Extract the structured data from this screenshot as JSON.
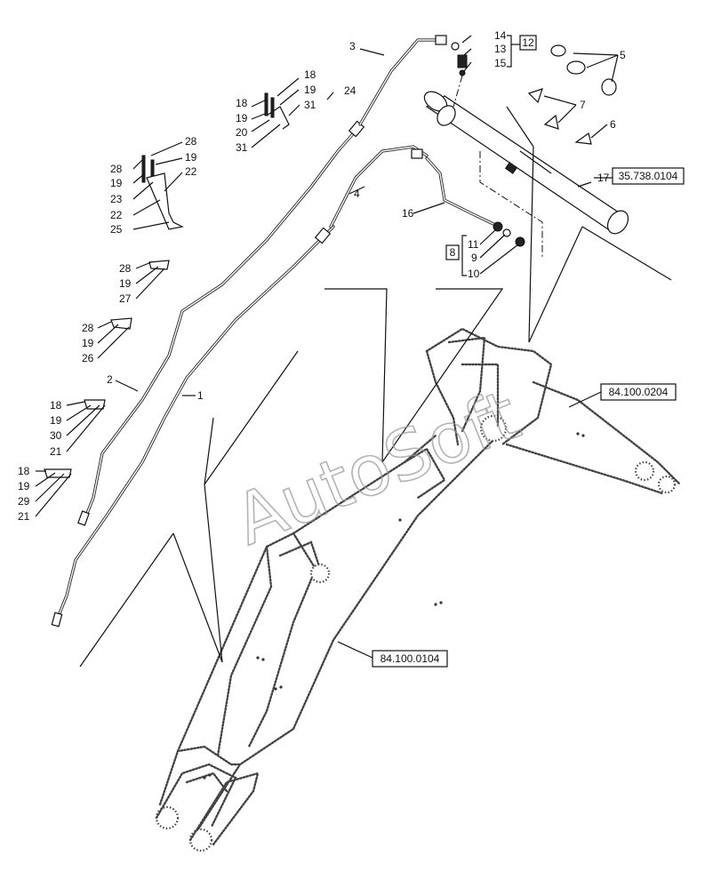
{
  "watermark": "AutoSoft",
  "references": {
    "cylinder": "35.738.0104",
    "arm": "84.100.0204",
    "boom": "84.100.0104"
  },
  "groups": {
    "g12": "12",
    "g8": "8"
  },
  "callouts": {
    "c1": "1",
    "c2": "2",
    "c3": "3",
    "c4": "4",
    "c5": "5",
    "c6": "6",
    "c7": "7",
    "c9": "9",
    "c10": "10",
    "c11": "11",
    "c13": "13",
    "c14": "14",
    "c15": "15",
    "c16": "16",
    "c17": "17",
    "c18a": "18",
    "c19a": "19",
    "c20": "20",
    "c31a": "31",
    "c18b": "18",
    "c19b": "19",
    "c31b": "31",
    "c24": "24",
    "c28a": "28",
    "c19c": "19",
    "c23": "23",
    "c22a": "22",
    "c25": "25",
    "c28b": "28",
    "c19d": "19",
    "c22b": "22",
    "c28c": "28",
    "c19e": "19",
    "c27": "27",
    "c28d": "28",
    "c19f": "19",
    "c26": "26",
    "c18c": "18",
    "c19g": "19",
    "c30": "30",
    "c21a": "21",
    "c18d": "18",
    "c19h": "19",
    "c29": "29",
    "c21b": "21"
  }
}
